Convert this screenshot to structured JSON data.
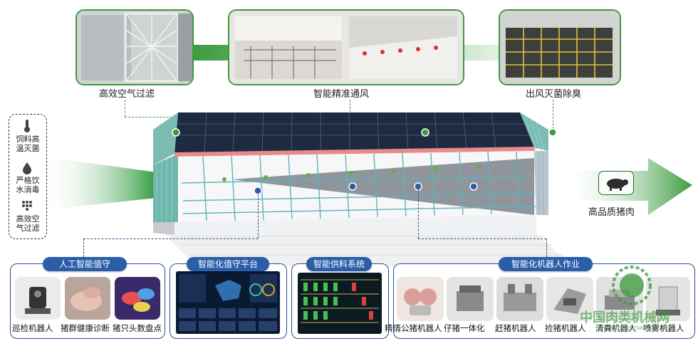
{
  "top": {
    "left_label": "高效空气过滤",
    "center_label": "智能精准通风",
    "right_label": "出风灭菌除臭"
  },
  "features": [
    {
      "icon": "thermometer-icon",
      "line1": "饲料高",
      "line2": "温灭菌"
    },
    {
      "icon": "water-drop-icon",
      "line1": "严格饮",
      "line2": "水消毒"
    },
    {
      "icon": "air-filter-icon",
      "line1": "高效空",
      "line2": "气过滤"
    }
  ],
  "output": {
    "label": "高品质猪肉",
    "icon": "pig-icon"
  },
  "panels": [
    {
      "title": "人工智能值守",
      "captions": [
        "巡检机器人",
        "猪群健康诊断",
        "猪只头数盘点"
      ]
    },
    {
      "title": "智能化值守平台"
    },
    {
      "title": "智能供料系统"
    },
    {
      "title": "智能化机器人作业",
      "captions": [
        "精情公猪机器人",
        "仔猪一体化",
        "赶猪机器人",
        "捡猪机器人",
        "清粪机器人",
        "喷雾机器人"
      ]
    }
  ],
  "watermark": {
    "text": "中国肉类机械网",
    "url": "www.meatmachine.org"
  },
  "colors": {
    "green": "#3c9a3c",
    "blue": "#2a5ea8",
    "navy": "#2a4f8a",
    "roof_teal": "#6fb7ad",
    "solar": "#1d2a3f"
  }
}
